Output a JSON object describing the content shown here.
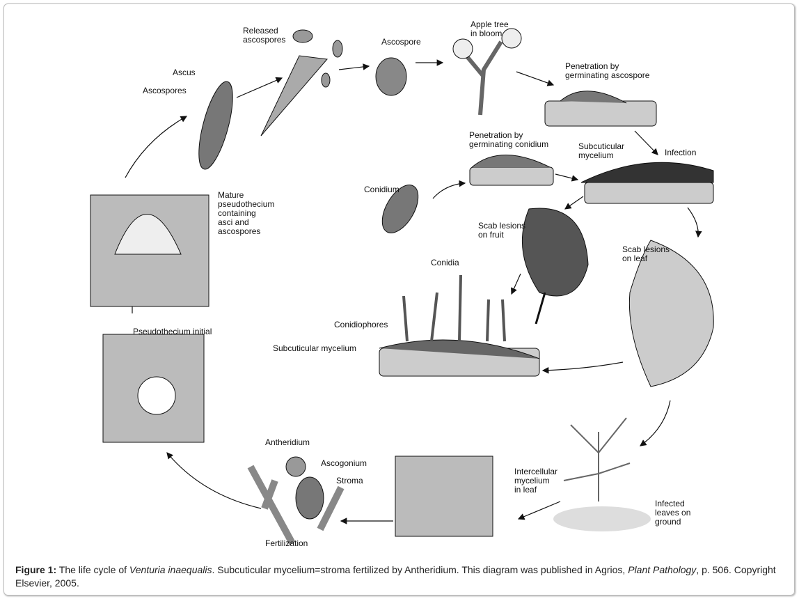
{
  "labels": {
    "released_ascospores": "Released\nascospores",
    "ascus": "Ascus",
    "ascospores": "Ascospores",
    "ascospore": "Ascospore",
    "apple_tree": "Apple tree\nin bloom",
    "penetration_ascospore": "Penetration by\ngerminating ascospore",
    "penetration_conidium": "Penetration by\ngerminating conidium",
    "subcuticular_mycelium_top": "Subcuticular\nmycelium",
    "infection": "Infection",
    "conidium": "Conidium",
    "mature_pseudothecium": "Mature\npseudothecium\ncontaining\nasci and\nascospores",
    "scab_fruit": "Scab lesions\non fruit",
    "scab_leaf": "Scab lesions\non leaf",
    "conidia": "Conidia",
    "conidiophores": "Conidiophores",
    "subcuticular_mycelium": "Subcuticular mycelium",
    "pseudothecium_initial": "Pseudothecium initial",
    "antheridium": "Antheridium",
    "ascogonium": "Ascogonium",
    "stroma": "Stroma",
    "intercellular_mycelium": "Intercellular\nmycelium\nin leaf",
    "infected_leaves": "Infected\nleaves on\nground",
    "fertilization": "Fertilization"
  },
  "caption": {
    "figure_label": "Figure 1:",
    "text_1": " The life cycle of ",
    "species": "Venturia inaequalis",
    "text_2": ". Subcuticular mycelium=stroma fertilized by Antheridium. This diagram was published in Agrios, ",
    "book": "Plant Pathology",
    "text_3": ", p. 506. Copyright Elsevier, 2005."
  }
}
